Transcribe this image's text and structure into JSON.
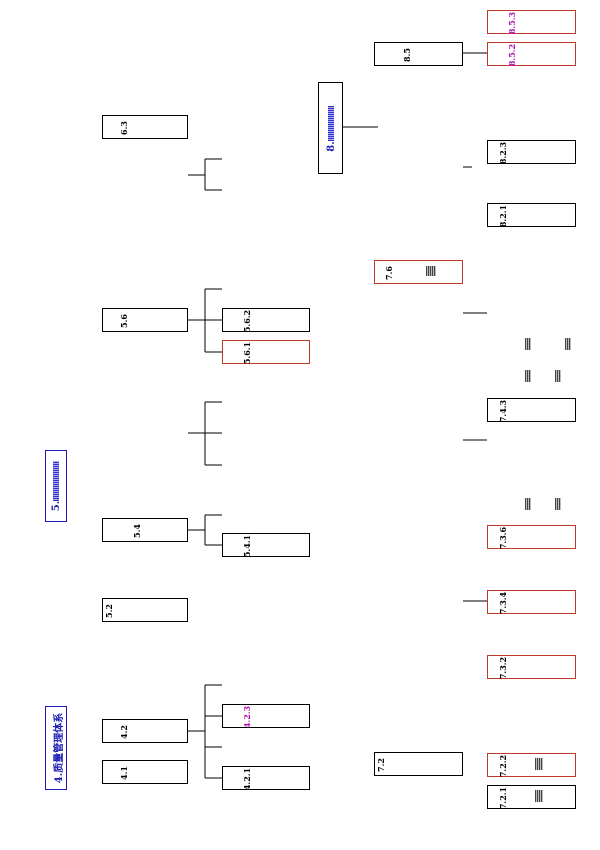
{
  "root": {
    "label": "4.质量管理体系"
  },
  "sections": {
    "s5": {
      "num": "5."
    },
    "s8": {
      "num": "8."
    }
  },
  "boxes": [
    {
      "id": "4.1",
      "num": "4.1"
    },
    {
      "id": "4.2",
      "num": "4.2"
    },
    {
      "id": "4.2.1",
      "num": "4.2.1"
    },
    {
      "id": "4.2.3",
      "num": "4.2.3"
    },
    {
      "id": "5.2",
      "num": "5.2"
    },
    {
      "id": "5.4",
      "num": "5.4"
    },
    {
      "id": "5.4.1",
      "num": "5.4.1"
    },
    {
      "id": "5.6",
      "num": "5.6"
    },
    {
      "id": "5.6.1",
      "num": "5.6.1"
    },
    {
      "id": "5.6.2",
      "num": "5.6.2"
    },
    {
      "id": "6.3",
      "num": "6.3"
    },
    {
      "id": "7.2",
      "num": "7.2"
    },
    {
      "id": "7.2.1",
      "num": "7.2.1"
    },
    {
      "id": "7.2.2",
      "num": "7.2.2"
    },
    {
      "id": "7.3.2",
      "num": "7.3.2"
    },
    {
      "id": "7.3.4",
      "num": "7.3.4"
    },
    {
      "id": "7.3.6",
      "num": "7.3.6"
    },
    {
      "id": "7.4.3",
      "num": "7.4.3"
    },
    {
      "id": "7.6",
      "num": "7.6"
    },
    {
      "id": "8.2.1",
      "num": "8.2.1"
    },
    {
      "id": "8.2.3",
      "num": "8.2.3"
    },
    {
      "id": "8.5",
      "num": "8.5"
    },
    {
      "id": "8.5.2",
      "num": "8.5.2"
    },
    {
      "id": "8.5.3",
      "num": "8.5.3"
    }
  ]
}
